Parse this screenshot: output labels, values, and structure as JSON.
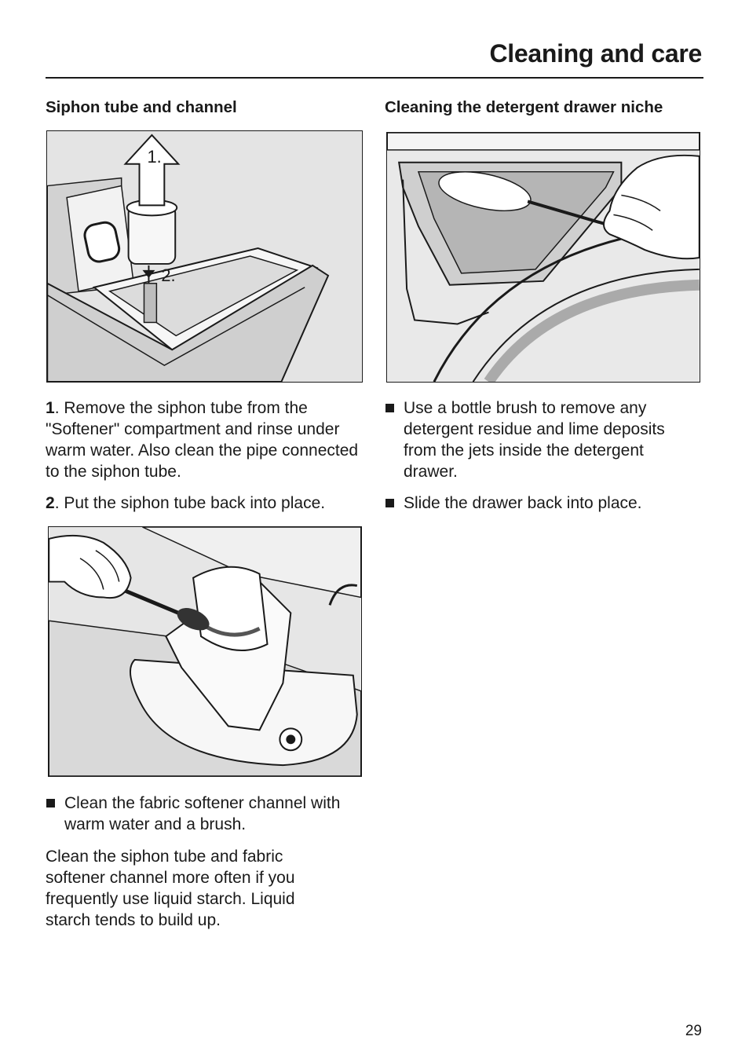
{
  "header": {
    "title": "Cleaning and care"
  },
  "left": {
    "heading": "Siphon tube and channel",
    "figure1": {
      "label1": "1.",
      "label2": "2."
    },
    "steps": [
      {
        "num": "1",
        "text": ". Remove the siphon tube from the \"Softener\" compartment and rinse under warm water. Also clean the pipe connected to the siphon tube."
      },
      {
        "num": "2",
        "text": ". Put the siphon tube back into place."
      }
    ],
    "bullet": "Clean the fabric softener channel with warm water and a brush.",
    "note": "Clean the siphon tube and fabric softener channel more often if you frequently use liquid starch. Liquid starch tends to build up."
  },
  "right": {
    "heading": "Cleaning the detergent drawer niche",
    "bullets": [
      "Use a bottle brush to remove any detergent residue and lime deposits from the jets inside the detergent drawer.",
      "Slide the drawer back into place."
    ]
  },
  "footer": {
    "page_number": "29"
  }
}
